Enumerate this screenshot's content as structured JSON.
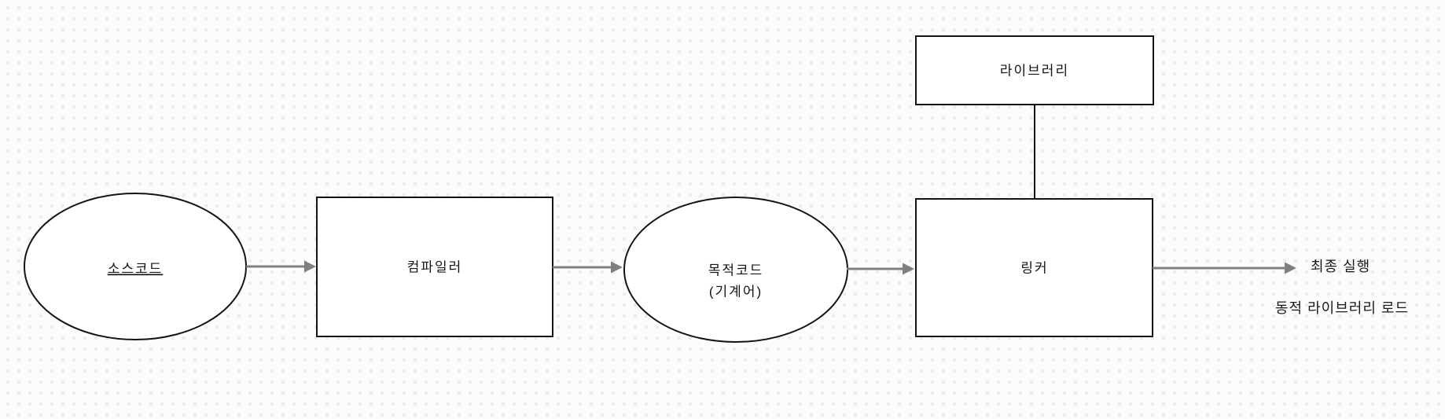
{
  "canvas": {
    "background_color": "#fcfcfd",
    "dot_color": "#e9ecf1",
    "shape_stroke_color": "#141414",
    "shape_fill_color": "#ffffff",
    "arrow_color": "#7f7f7f",
    "text_color": "#141414"
  },
  "diagram": {
    "nodes": [
      {
        "id": "source-code",
        "shape": "ellipse",
        "label": "소스코드",
        "underlined": true
      },
      {
        "id": "compiler",
        "shape": "rectangle",
        "label": "컴파일러"
      },
      {
        "id": "object-code",
        "shape": "ellipse",
        "label_line1": "목적코드",
        "label_line2": "(기계어)"
      },
      {
        "id": "linker",
        "shape": "rectangle",
        "label": "링커"
      },
      {
        "id": "library",
        "shape": "rectangle",
        "label": "라이브러리"
      }
    ],
    "annotations": [
      {
        "id": "final-run",
        "text": "최종 실행"
      },
      {
        "id": "dynamic-library-load",
        "text": "동적 라이브러리 로드"
      }
    ],
    "edges": [
      {
        "from": "source-code",
        "to": "compiler",
        "style": "arrow"
      },
      {
        "from": "compiler",
        "to": "object-code",
        "style": "arrow"
      },
      {
        "from": "object-code",
        "to": "linker",
        "style": "arrow"
      },
      {
        "from": "library",
        "to": "linker",
        "style": "line"
      },
      {
        "from": "linker",
        "to": "final-run",
        "style": "arrow"
      }
    ]
  }
}
